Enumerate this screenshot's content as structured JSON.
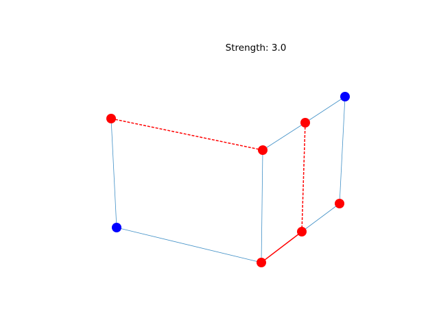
{
  "title": "Strength: 3.0",
  "colors": {
    "background": "#ffffff",
    "edge_default": "#3f8fc6",
    "edge_highlight": "#ff0000",
    "node_red": "#ff0000",
    "node_blue": "#0000ff"
  },
  "nodes": [
    {
      "id": "n1",
      "color": "red"
    },
    {
      "id": "n2",
      "color": "blue"
    },
    {
      "id": "n3",
      "color": "red"
    },
    {
      "id": "n4",
      "color": "red"
    },
    {
      "id": "n5",
      "color": "red"
    },
    {
      "id": "n6",
      "color": "blue"
    },
    {
      "id": "n7",
      "color": "red"
    },
    {
      "id": "n8",
      "color": "red"
    }
  ],
  "edges": [
    {
      "from": "n1",
      "to": "n2",
      "style": "solid",
      "color": "default"
    },
    {
      "from": "n2",
      "to": "n4",
      "style": "solid",
      "color": "default"
    },
    {
      "from": "n3",
      "to": "n4",
      "style": "solid",
      "color": "default"
    },
    {
      "from": "n3",
      "to": "n5",
      "style": "solid",
      "color": "default"
    },
    {
      "from": "n5",
      "to": "n6",
      "style": "solid",
      "color": "default"
    },
    {
      "from": "n6",
      "to": "n7",
      "style": "solid",
      "color": "default"
    },
    {
      "from": "n7",
      "to": "n8",
      "style": "solid",
      "color": "default"
    },
    {
      "from": "n1",
      "to": "n3",
      "style": "dashed",
      "color": "highlight"
    },
    {
      "from": "n5",
      "to": "n8",
      "style": "dashed",
      "color": "highlight"
    },
    {
      "from": "n4",
      "to": "n8",
      "style": "solid",
      "color": "highlight"
    }
  ]
}
